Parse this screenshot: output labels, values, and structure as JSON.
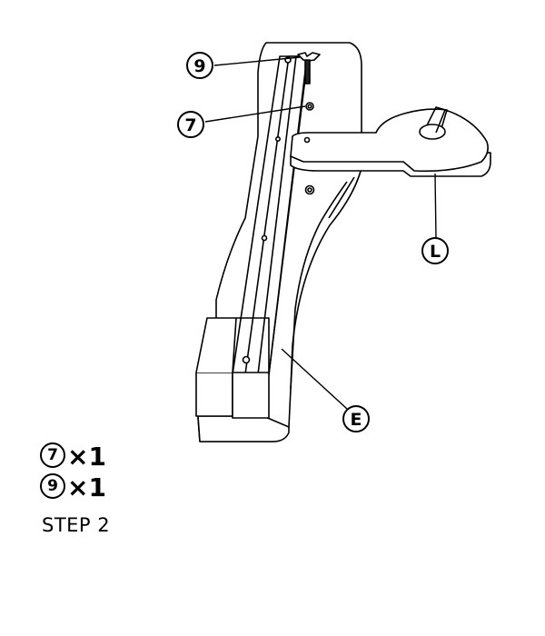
{
  "callouts": {
    "screw": "9",
    "washer": "7",
    "hook": "L",
    "leg": "E"
  },
  "parts_list": [
    {
      "number": "7",
      "mult": "×",
      "qty": "1"
    },
    {
      "number": "9",
      "mult": "×",
      "qty": "1"
    }
  ],
  "step_label": "STEP 2"
}
